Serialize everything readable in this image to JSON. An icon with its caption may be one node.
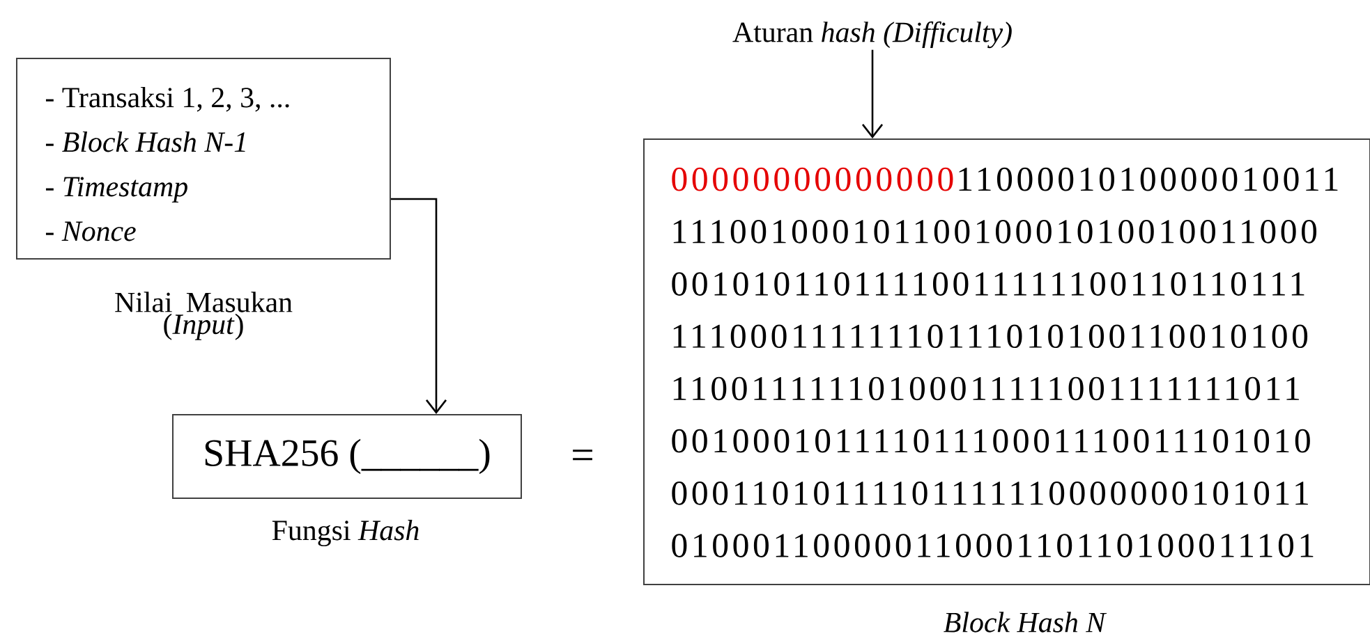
{
  "diagram": {
    "nodes": [
      {
        "text": [
          "- Transaksi 1, 2, 3, ...",
          "- *Block Hash N-1*",
          "- *Timestamp*",
          "- *Nonce*"
        ],
        "beside": [
          "Nilai Masukan (*Input*)"
        ]
      },
      {
        "text": [
          "SHA256 (______)"
        ],
        "beside": [
          "Fungsi *Hash*"
        ]
      },
      {
        "text": [
          "00000000000000",
          "1100001010000010011",
          "11100100010110010001010010011000",
          "00101011011110011111100110110111",
          "11100011111110111010100110010100",
          "11001111110100011111001111111011",
          "00100010111101110001110011101010",
          "00011010111101111110000000101011",
          "01000110000011000110110100011101"
        ],
        "beside": [
          "Block Hash N"
        ]
      },
      {
        "text": [
          "Aturan *hash (Difficulty)*"
        ]
      }
    ],
    "edges": [
      {
        "from": 0,
        "to": 1,
        "arrow": "to"
      },
      {
        "from": 3,
        "to": 2,
        "arrow": "to"
      }
    ],
    "labels": [
      "="
    ]
  }
}
